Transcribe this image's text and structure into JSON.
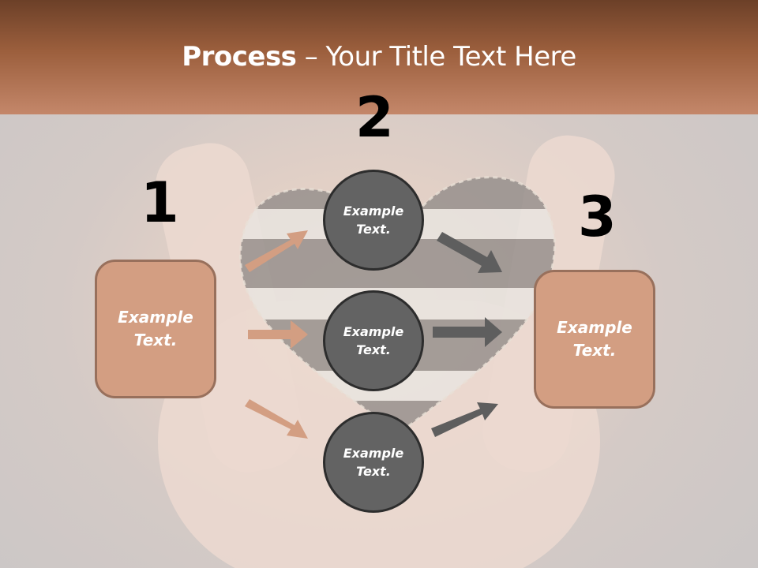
{
  "slide": {
    "title_bold": "Process",
    "title_rest": " – Your Title Text Here",
    "colors": {
      "header_top": "#6c4028",
      "header_bottom": "#c4876a",
      "box_fill": "#d39e82",
      "box_border": "#98705c",
      "circle_fill": "#636363",
      "circle_border": "#2d2d2d",
      "arrow_in": "#d39e82",
      "arrow_out": "#5e5e5e"
    }
  },
  "steps": [
    {
      "number": "1",
      "line1": "Example",
      "line2": "Text."
    },
    {
      "number": "2"
    },
    {
      "number": "3",
      "line1": "Example",
      "line2": "Text."
    }
  ],
  "circles": [
    {
      "line1": "Example",
      "line2": "Text."
    },
    {
      "line1": "Example",
      "line2": "Text."
    },
    {
      "line1": "Example",
      "line2": "Text."
    }
  ]
}
